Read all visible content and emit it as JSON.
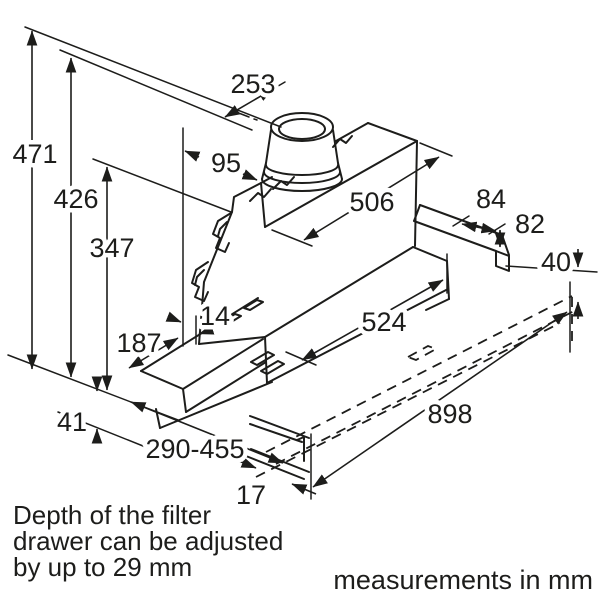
{
  "dims": {
    "overall_height": "471",
    "body_height": "426",
    "bracket_height": "347",
    "duct_center_offset": "253",
    "duct_to_back": "95",
    "body_width": "506",
    "spacer_depth": "84",
    "spacer_height": "82",
    "visor_height": "40",
    "back_gap": "14",
    "housing_depth": "187",
    "housing_width": "524",
    "front_panel_height": "41",
    "pullout_depth_range": "290-455",
    "front_lip_depth": "17",
    "overall_width": "898"
  },
  "notes": {
    "filter_note_line1": "Depth of the filter",
    "filter_note_line2": "drawer can be adjusted",
    "filter_note_line3": "by up to 29 mm",
    "units_note": "measurements in mm"
  },
  "colors": {
    "line": "#1d1d1b",
    "background": "#ffffff"
  }
}
